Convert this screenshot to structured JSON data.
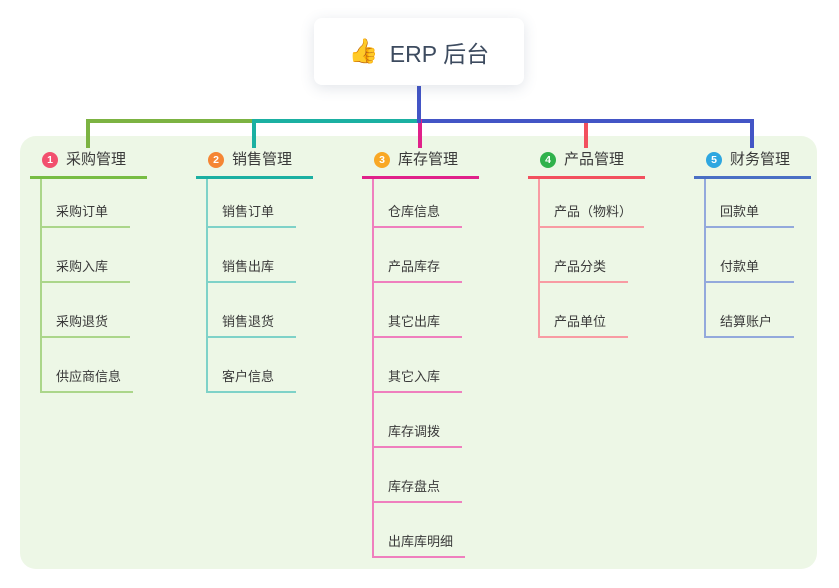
{
  "root": {
    "icon_glyph": "👍",
    "title": "ERP 后台"
  },
  "colors": {
    "panel_background": "#EDF7E6",
    "root_connector": "#4355C6",
    "root_text": "#3D4B5F"
  },
  "branches": [
    {
      "number": "1",
      "label": "采购管理",
      "badge_color": "#F2506E",
      "line_color": "#77BD43",
      "child_line_color": "#ABD68A",
      "connector_color": "#7CB342",
      "children": [
        "采购订单",
        "采购入库",
        "采购退货",
        "供应商信息"
      ]
    },
    {
      "number": "2",
      "label": "销售管理",
      "badge_color": "#F58634",
      "line_color": "#1BB0A2",
      "child_line_color": "#7ED2C8",
      "connector_color": "#1BB0A2",
      "children": [
        "销售订单",
        "销售出库",
        "销售退货",
        "客户信息"
      ]
    },
    {
      "number": "3",
      "label": "库存管理",
      "badge_color": "#F9A825",
      "line_color": "#E0218A",
      "child_line_color": "#EF7FBE",
      "connector_color": "#E0218A",
      "children": [
        "仓库信息",
        "产品库存",
        "其它出库",
        "其它入库",
        "库存调拨",
        "库存盘点",
        "出库库明细"
      ]
    },
    {
      "number": "4",
      "label": "产品管理",
      "badge_color": "#30B24C",
      "line_color": "#F2505E",
      "child_line_color": "#F89BA3",
      "connector_color": "#F2505E",
      "children": [
        "产品（物料）",
        "产品分类",
        "产品单位"
      ]
    },
    {
      "number": "5",
      "label": "财务管理",
      "badge_color": "#2EA7E0",
      "line_color": "#4A6FC4",
      "child_line_color": "#93A9DC",
      "connector_color": "#4355C6",
      "children": [
        "回款单",
        "付款单",
        "结算账户"
      ]
    }
  ]
}
